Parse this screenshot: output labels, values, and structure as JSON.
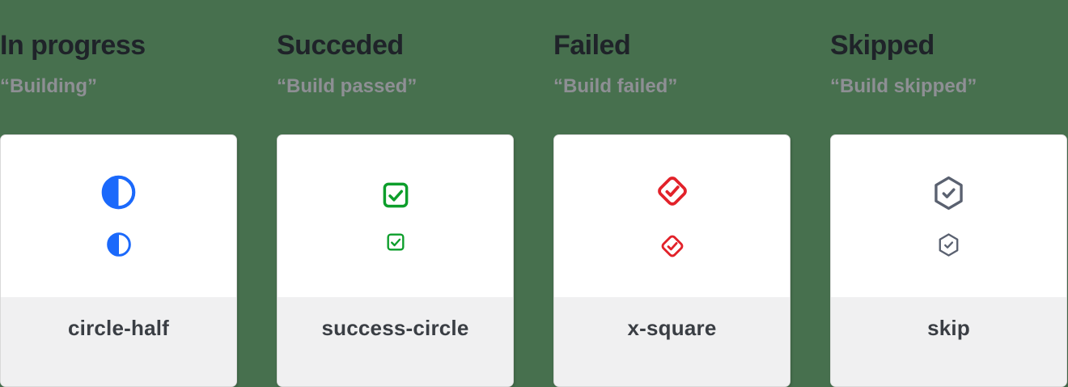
{
  "page": {
    "background_color": "#47704e"
  },
  "colors": {
    "heading_text": "#1f2329",
    "subtitle_text": "#8e8f94",
    "card_background": "#ffffff",
    "card_border": "#d9d9d9",
    "footer_background": "#f0f0f1",
    "footer_text": "#3a3e44",
    "in_progress_blue": "#1b69fb",
    "succeeded_green": "#0d9e2b",
    "failed_red": "#e2222a",
    "skipped_slate": "#5a6170"
  },
  "columns": [
    {
      "title": "In progress",
      "subtitle": "“Building”",
      "icon": "circle-half-icon",
      "icon_color": "#1b69fb",
      "label": "circle-half"
    },
    {
      "title": "Succeded",
      "subtitle": "“Build passed”",
      "icon": "check-square-icon",
      "icon_color": "#0d9e2b",
      "label": "success-circle"
    },
    {
      "title": "Failed",
      "subtitle": "“Build failed”",
      "icon": "check-diamond-icon",
      "icon_color": "#e2222a",
      "label": "x-square"
    },
    {
      "title": "Skipped",
      "subtitle": "“Build skipped”",
      "icon": "check-hexagon-icon",
      "icon_color": "#5a6170",
      "label": "skip"
    }
  ]
}
